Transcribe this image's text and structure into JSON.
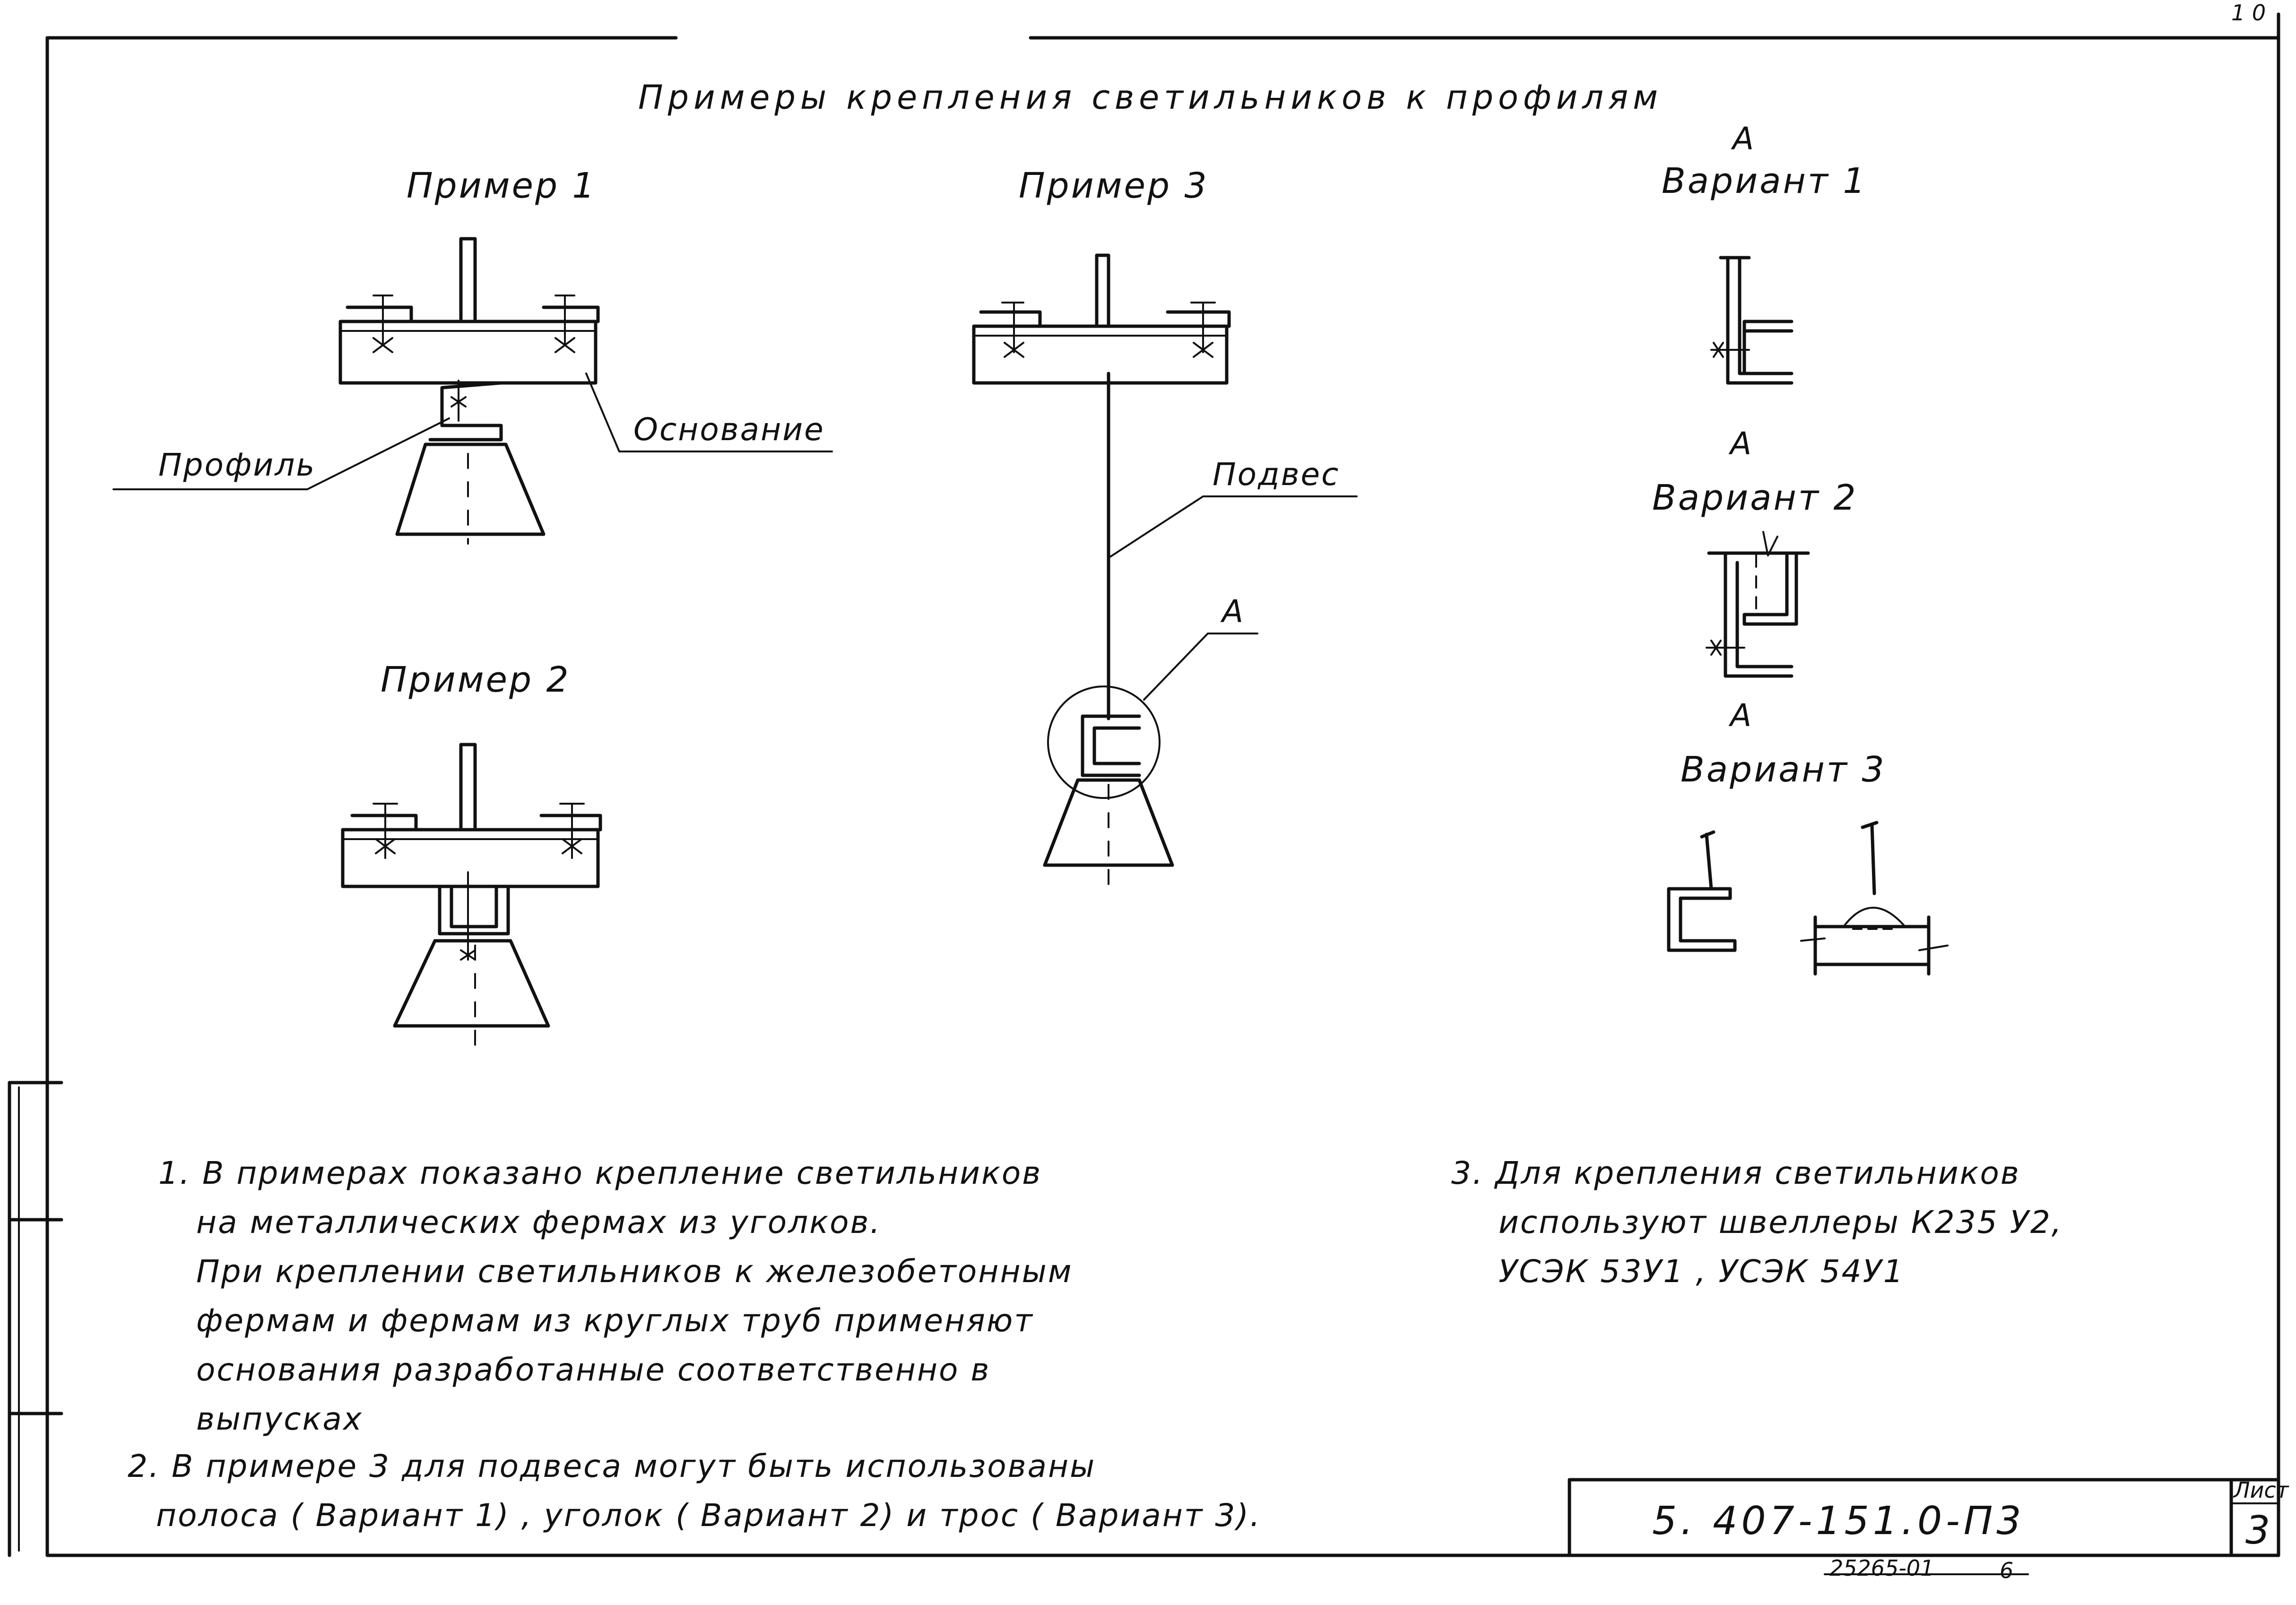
{
  "title": "Примеры крепления светильников к профилям",
  "examples": {
    "ex1": "Пример 1",
    "ex2": "Пример 2",
    "ex3": "Пример 3"
  },
  "callouts": {
    "profile": "Профиль",
    "base": "Основание",
    "hanger": "Подвес",
    "detail_a": "А"
  },
  "variants": [
    {
      "mark": "А",
      "label": "Вариант 1"
    },
    {
      "mark": "А",
      "label": "Вариант 2"
    },
    {
      "mark": "А",
      "label": "Вариант 3"
    }
  ],
  "notes": {
    "n1": [
      "1. В примерах показано крепление светильников",
      "на металлических фермах из уголков.",
      "При креплении светильников к железобетонным",
      "фермам и фермам из круглых труб применяют",
      "основания разработанные соответственно в",
      "выпусках"
    ],
    "n2": [
      "2. В примере 3 для подвеса могут быть использованы",
      "полоса ( Вариант 1) , уголок ( Вариант 2) и трос ( Вариант 3)."
    ],
    "n3": [
      "3. Для крепления светильников",
      "используют швеллеры К235 У2,",
      "УСЭК 53У1 , УСЭК 54У1"
    ]
  },
  "title_block": {
    "code": "5. 407-151.0-П3",
    "sheet_label": "Лист",
    "sheet_number": "3",
    "stamp": "25265-01",
    "stamp_suffix": "6",
    "corner_mark": "1 0"
  }
}
